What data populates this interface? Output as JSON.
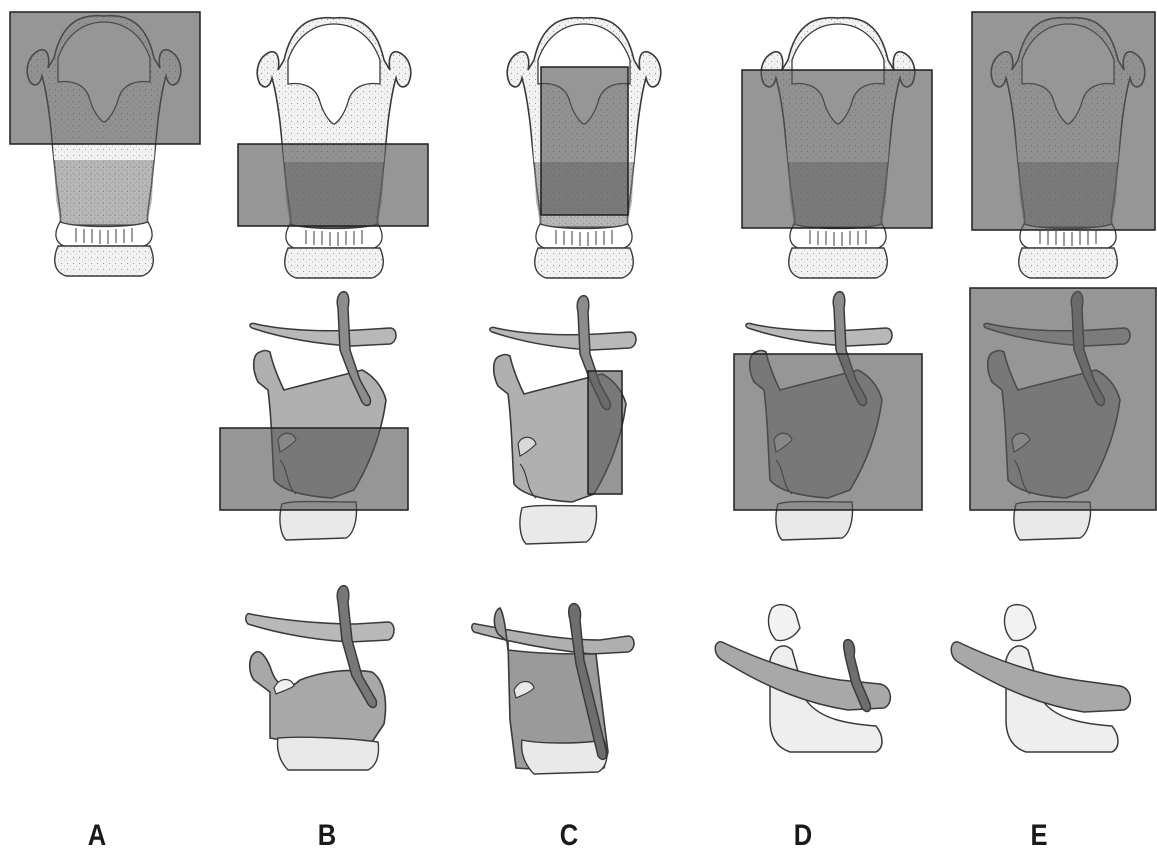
{
  "figure": {
    "columns": [
      {
        "label": "A",
        "rows": [
          "front"
        ]
      },
      {
        "label": "B",
        "rows": [
          "front",
          "side",
          "result"
        ]
      },
      {
        "label": "C",
        "rows": [
          "front",
          "side",
          "result"
        ]
      },
      {
        "label": "D",
        "rows": [
          "front",
          "side",
          "result"
        ]
      },
      {
        "label": "E",
        "rows": [
          "front",
          "side",
          "result"
        ]
      }
    ],
    "colors": {
      "outline": "#3a3a3a",
      "cartilage_light": "#e6e6e6",
      "cartilage_mid": "#a8a8a8",
      "cartilage_dark": "#7a7a7a",
      "resection_box": "#555555",
      "stipple": "#8c8c8c"
    }
  }
}
